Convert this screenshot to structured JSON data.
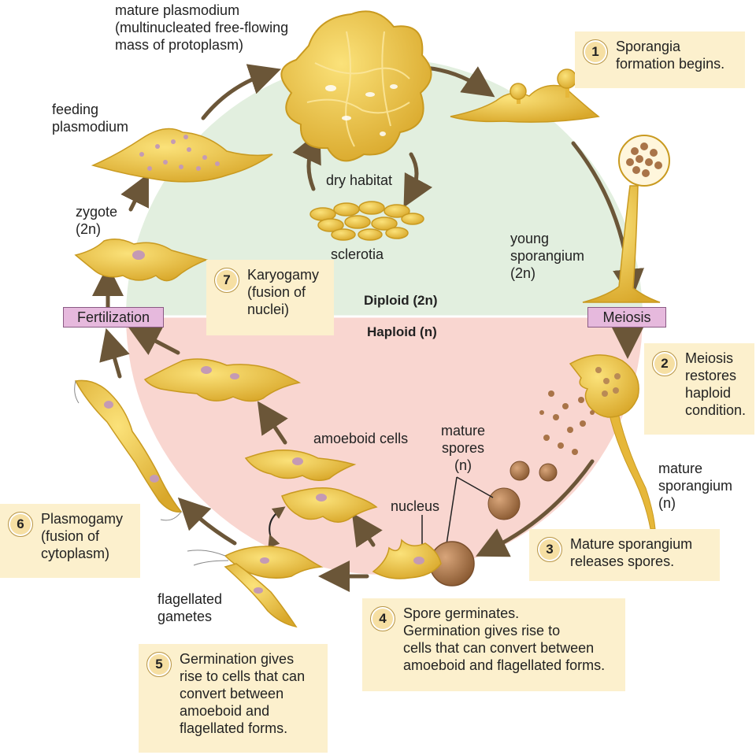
{
  "colors": {
    "diploid_bg": "#e2efdf",
    "haploid_bg": "#f9d6d0",
    "organism": "#f1c94a",
    "organism_dark": "#c99a20",
    "nucleus": "#c49ab4",
    "spore": "#a97448",
    "arrow": "#6b5638",
    "step_box": "#fcf0cd",
    "tag_box": "#e6b9dd"
  },
  "zones": {
    "diploid": "Diploid (2n)",
    "haploid": "Haploid (n)"
  },
  "tags": {
    "fertilization": "Fertilization",
    "meiosis": "Meiosis"
  },
  "labels": {
    "mature_plasmodium": "mature plasmodium\n(multinucleated free-flowing\nmass of protoplasm)",
    "feeding_plasmodium": "feeding\nplasmodium",
    "zygote": "zygote\n(2n)",
    "dry_habitat": "dry habitat",
    "sclerotia": "sclerotia",
    "young_sporangium": "young\nsporangium\n(2n)",
    "mature_sporangium": "mature\nsporangium\n(n)",
    "mature_spores": "mature\nspores\n(n)",
    "nucleus": "nucleus",
    "amoeboid_cells": "amoeboid cells",
    "flagellated_gametes": "flagellated\ngametes"
  },
  "steps": [
    {
      "num": "1",
      "text": "Sporangia\nformation begins."
    },
    {
      "num": "2",
      "text": "Meiosis\nrestores\nhaploid\ncondition."
    },
    {
      "num": "3",
      "text": "Mature sporangium\nreleases spores."
    },
    {
      "num": "4",
      "text": "Spore germinates.\nGermination gives rise to\ncells that can convert between\namoeboid and flagellated forms."
    },
    {
      "num": "5",
      "text": "Germination gives\nrise to cells that can\nconvert between\namoeboid and\nflagellated forms."
    },
    {
      "num": "6",
      "text": "Plasmogamy\n(fusion of\ncytoplasm)"
    },
    {
      "num": "7",
      "text": "Karyogamy\n(fusion of\nnuclei)"
    }
  ]
}
